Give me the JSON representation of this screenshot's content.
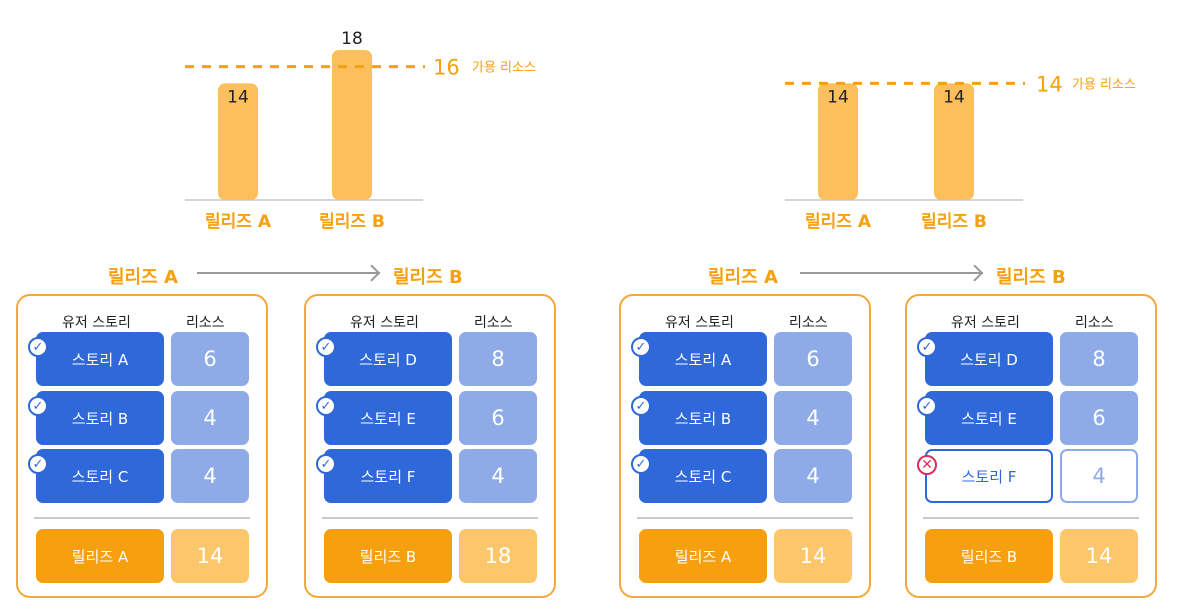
{
  "colors": {
    "orange": "#f5a00f",
    "bar": "#fdbe5c",
    "story_blue": "#2f68d8",
    "resource_blue": "#8eabe8",
    "total_orange": "#f7a00f",
    "total_value": "#fcc66a",
    "fail_red": "#d9305a"
  },
  "chart_data": [
    {
      "type": "bar",
      "categories": [
        "릴리즈 A",
        "릴리즈 B"
      ],
      "values": [
        14,
        18
      ],
      "reference_line": {
        "value": 16,
        "label": "가용 리소스"
      },
      "ylim": [
        0,
        18
      ]
    },
    {
      "type": "bar",
      "categories": [
        "릴리즈 A",
        "릴리즈 B"
      ],
      "values": [
        14,
        14
      ],
      "reference_line": {
        "value": 14,
        "label": "가용 리소스"
      },
      "ylim": [
        0,
        18
      ]
    }
  ],
  "panels": [
    {
      "flow": {
        "from": "릴리즈 A",
        "to": "릴리즈 B"
      },
      "releases": [
        {
          "header": {
            "story": "유저 스토리",
            "resource": "리소스"
          },
          "stories": [
            {
              "name": "스토리 A",
              "resource": "6",
              "status": "check"
            },
            {
              "name": "스토리 B",
              "resource": "4",
              "status": "check"
            },
            {
              "name": "스토리 C",
              "resource": "4",
              "status": "check"
            }
          ],
          "total": {
            "label": "릴리즈 A",
            "value": "14"
          }
        },
        {
          "header": {
            "story": "유저 스토리",
            "resource": "리소스"
          },
          "stories": [
            {
              "name": "스토리 D",
              "resource": "8",
              "status": "check"
            },
            {
              "name": "스토리 E",
              "resource": "6",
              "status": "check"
            },
            {
              "name": "스토리 F",
              "resource": "4",
              "status": "check"
            }
          ],
          "total": {
            "label": "릴리즈 B",
            "value": "18"
          }
        }
      ]
    },
    {
      "flow": {
        "from": "릴리즈 A",
        "to": "릴리즈 B"
      },
      "releases": [
        {
          "header": {
            "story": "유저 스토리",
            "resource": "리소스"
          },
          "stories": [
            {
              "name": "스토리 A",
              "resource": "6",
              "status": "check"
            },
            {
              "name": "스토리 B",
              "resource": "4",
              "status": "check"
            },
            {
              "name": "스토리 C",
              "resource": "4",
              "status": "check"
            }
          ],
          "total": {
            "label": "릴리즈 A",
            "value": "14"
          }
        },
        {
          "header": {
            "story": "유저 스토리",
            "resource": "리소스"
          },
          "stories": [
            {
              "name": "스토리 D",
              "resource": "8",
              "status": "check"
            },
            {
              "name": "스토리 E",
              "resource": "6",
              "status": "check"
            },
            {
              "name": "스토리 F",
              "resource": "4",
              "status": "excluded"
            }
          ],
          "total": {
            "label": "릴리즈 B",
            "value": "14"
          }
        }
      ]
    }
  ]
}
